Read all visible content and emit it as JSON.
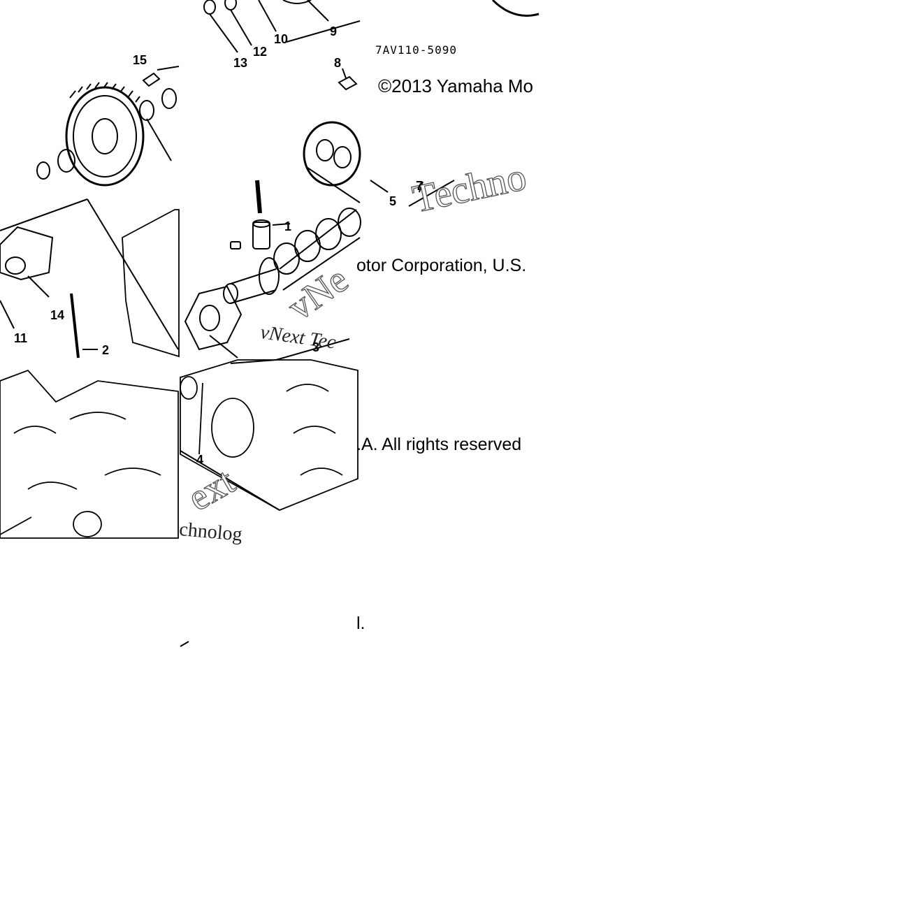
{
  "diagram": {
    "part_code": "7AV110-5090",
    "copyright_line_1": "©2013 Yamaha Mo",
    "copyright_line_2": "otor Corporation, U.S.",
    "copyright_line_3": ".A. All rights reserved",
    "copyright_line_4": "l.",
    "watermarks": {
      "a": "Techno",
      "b": "vNe",
      "c": "ext",
      "d": "vNext Tec",
      "e": "chnolog"
    },
    "callouts": [
      "1",
      "2",
      "3",
      "4",
      "5",
      "7",
      "8",
      "9",
      "10",
      "11",
      "12",
      "13",
      "14",
      "15"
    ]
  }
}
